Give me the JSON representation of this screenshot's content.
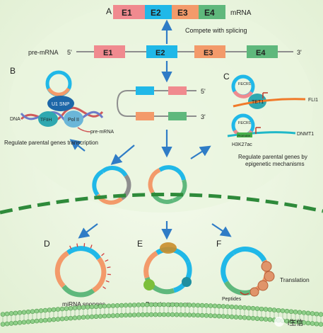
{
  "panels": {
    "a": "A",
    "b": "B",
    "c": "C",
    "d": "D",
    "e": "E",
    "f": "F"
  },
  "exons": [
    "E1",
    "E2",
    "E3",
    "E4"
  ],
  "colors": {
    "e1": "#f08a8f",
    "e2": "#20b8e8",
    "e3": "#f39a6a",
    "e4": "#5fb87c",
    "gray": "#8e8e8e",
    "arrow": "#2f7cc6",
    "dash": "#2e8a3a",
    "background": "#eef6e4"
  },
  "top": {
    "mrna_label": "mRNA",
    "compete_text": "Compete with splicing"
  },
  "pre_mrna": {
    "label": "pre-mRNA",
    "five": "5'",
    "three": "3'"
  },
  "middle": {
    "five": "5'",
    "three": "3'"
  },
  "b": {
    "u1": "U1 SNP",
    "tfiih": "TFIIH",
    "pol": "Pol II",
    "dna": "DNA",
    "premrna": "pre-mRNA",
    "caption": "Regulate parental genes transcription"
  },
  "c": {
    "fecr1a": "FECR1",
    "tet1": "TET1",
    "fli1": "FLI1",
    "fecr1b": "FECR1",
    "promoter": "Promoter",
    "dnmt1": "DNMT1",
    "h3k": "H3K27ac",
    "caption1": "Regulate parental genes by",
    "caption2": "epigenetic mechanisms"
  },
  "bottom": {
    "d_caption": "miRNA sponges",
    "e_caption": "Protein sponges",
    "f_caption": "Translation",
    "peptides": "Peptides"
  },
  "watermark": "i生信"
}
